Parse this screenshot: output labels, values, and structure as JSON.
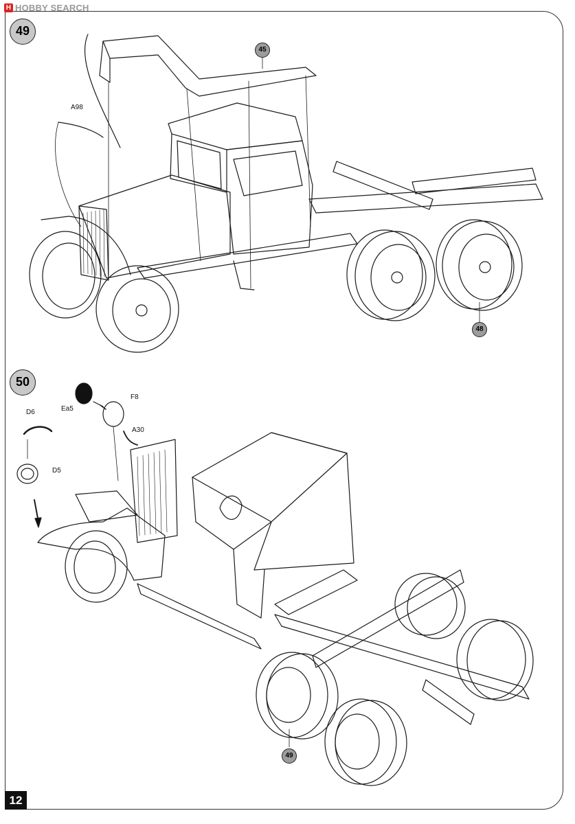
{
  "watermark": {
    "text": "HOBBY SEARCH",
    "logo_letter": "H"
  },
  "page_number": "12",
  "steps": [
    {
      "number": "49",
      "references": [
        "45",
        "48"
      ],
      "parts": [
        "A98"
      ]
    },
    {
      "number": "50",
      "references": [
        "49"
      ],
      "parts": [
        "Ea5",
        "F8",
        "D6",
        "A30",
        "D5"
      ]
    }
  ]
}
